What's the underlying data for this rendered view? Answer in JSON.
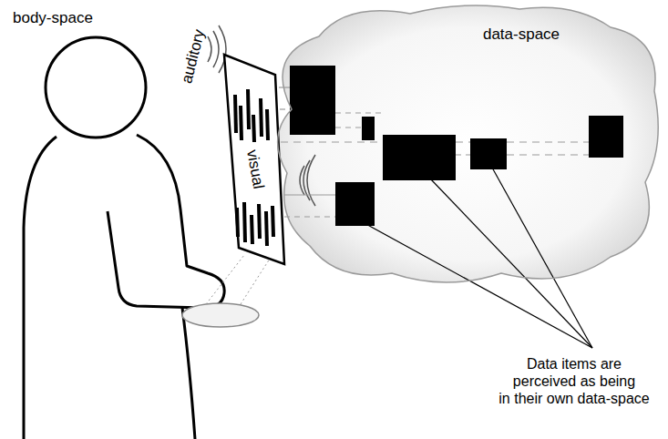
{
  "diagram": {
    "nodes": [
      {
        "text": [
          "visual"
        ]
      },
      {
        "text": [
          "data-space"
        ]
      }
    ],
    "labels": [
      "body-space",
      "auditory",
      "Data items are perceived as being in their own data-space"
    ]
  }
}
